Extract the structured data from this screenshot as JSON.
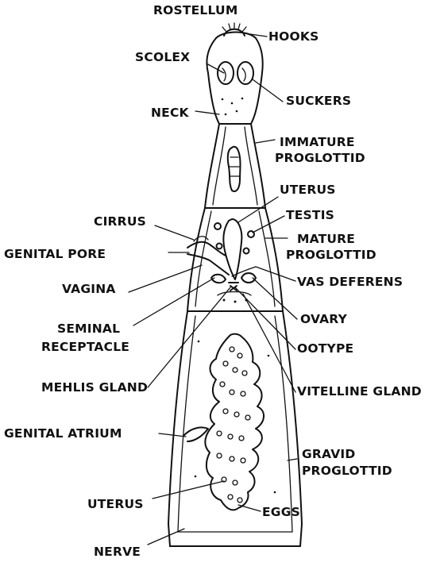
{
  "labels": {
    "rostellum": "ROSTELLUM",
    "hooks": "HOOKS",
    "scolex": "SCOLEX",
    "suckers": "SUCKERS",
    "neck": "NECK",
    "immature_proglottid": "IMMATURE",
    "immature_proglottid_2": "PROGLOTTID",
    "uterus_mature": "UTERUS",
    "cirrus": "CIRRUS",
    "testis": "TESTIS",
    "mature_proglottid": "MATURE",
    "mature_proglottid_2": "PROGLOTTID",
    "genital_pore": "GENITAL PORE",
    "vagina": "VAGINA",
    "vas_deferens": "VAS DEFERENS",
    "ovary": "OVARY",
    "seminal_receptacle": "SEMINAL",
    "seminal_receptacle_2": "RECEPTACLE",
    "ootype": "OOTYPE",
    "mehlis_gland": "MEHLIS  GLAND",
    "vitelline_gland": "VITELLINE GLAND",
    "genital_atrium": "GENITAL ATRIUM",
    "gravid_proglottid": "GRAVID",
    "gravid_proglottid_2": "PROGLOTTID",
    "uterus_gravid": "UTERUS",
    "eggs": "EGGS",
    "nerve": "NERVE"
  }
}
